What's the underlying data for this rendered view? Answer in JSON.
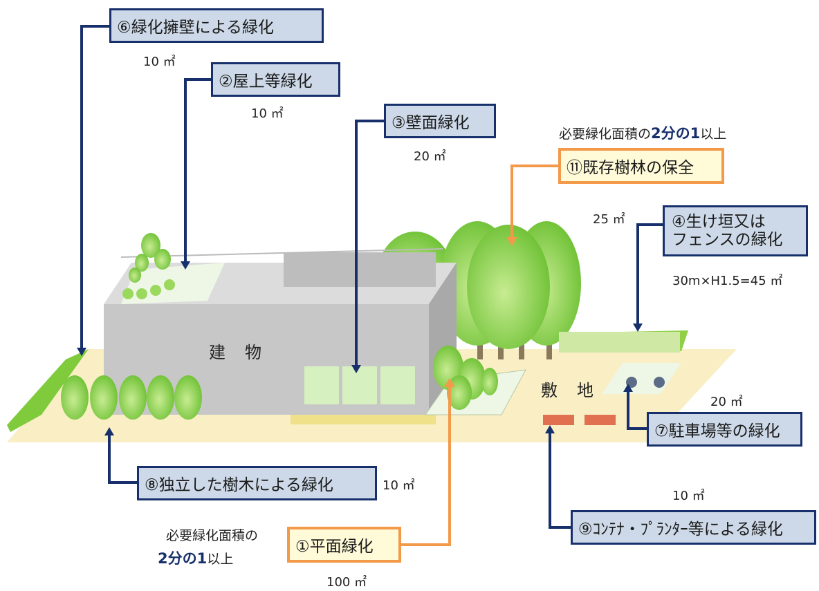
{
  "labels": {
    "l6": "⑥緑化擁壁による緑化",
    "l2": "②屋上等緑化",
    "l3": "③壁面緑化",
    "l11": "⑪既存樹林の保全",
    "l4_line1": "④生け垣又は",
    "l4_line2": "フェンスの緑化",
    "l7": "⑦駐車場等の緑化",
    "l8": "⑧独立した樹木による緑化",
    "l9": "⑨ｺﾝﾃﾅ・ﾌﾟﾗﾝﾀｰ等による緑化",
    "l1": "①平面緑化"
  },
  "areas": {
    "a6": "10 ㎡",
    "a2": "10 ㎡",
    "a3": "20 ㎡",
    "a4": "25 ㎡",
    "a4_formula": "30m×H1.5=45 ㎡",
    "a7": "20 ㎡",
    "a8": "10 ㎡",
    "a9": "10 ㎡",
    "a1": "100 ㎡"
  },
  "notes": {
    "top_pre": "必要緑化面積の",
    "top_em": "2分の1",
    "top_post": "以上",
    "bottom_line1": "必要緑化面積の",
    "bottom_em": "2分の1",
    "bottom_post": "以上"
  },
  "scene": {
    "building": "建　物",
    "site": "敷　地"
  },
  "colors": {
    "navy": "#17306b",
    "orange": "#f39a4a",
    "label_blue_bg": "#cdd9e8",
    "label_orange_bg": "#fffbd8",
    "ground": "#f9eec4",
    "building": "#c7c7c7",
    "tree_green": "#7fcb3c"
  }
}
